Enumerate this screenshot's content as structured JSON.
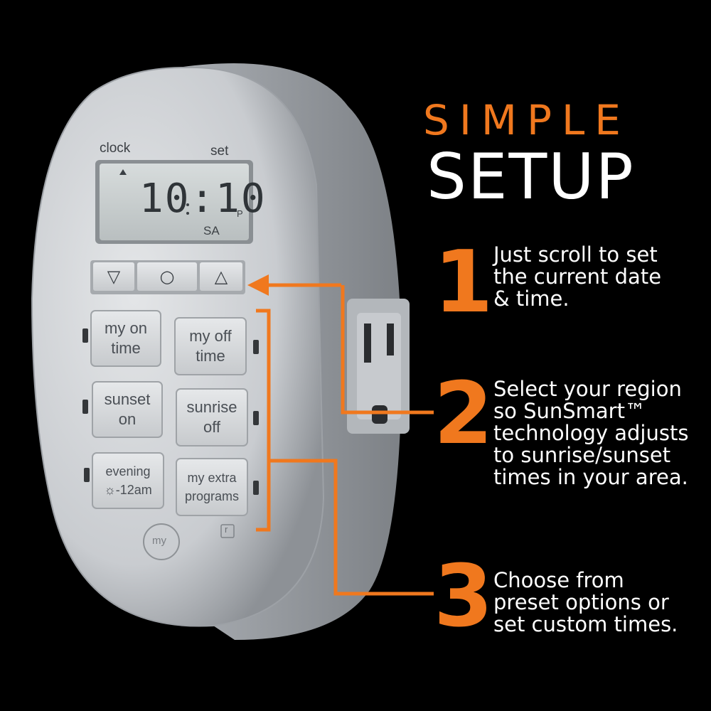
{
  "heading": {
    "line1": "SIMPLE",
    "line2": "SETUP"
  },
  "accent_color": "#f0781e",
  "steps": [
    {
      "number": "1",
      "lines": [
        "Just scroll to set",
        "the current date",
        "& time."
      ]
    },
    {
      "number": "2",
      "lines": [
        "Select your region",
        "so SunSmart™",
        "technology adjusts",
        "to sunrise/sunset",
        "times in your area."
      ]
    },
    {
      "number": "3",
      "lines": [
        "Choose from",
        "preset options or",
        "set custom times."
      ]
    }
  ],
  "device": {
    "label_clock": "clock",
    "label_set": "set",
    "display_time": "10:10",
    "display_ampm": "P",
    "display_day": "SA",
    "nav": {
      "down": "▽",
      "select": "○",
      "up": "△"
    },
    "keys": {
      "my_on": [
        "my on",
        "time"
      ],
      "my_off": [
        "my off",
        "time"
      ],
      "sunset_on": [
        "sunset",
        "on"
      ],
      "sunrise_off": [
        "sunrise",
        "off"
      ],
      "evening": [
        "evening",
        "☼-12am"
      ],
      "extra": [
        "my extra",
        "programs"
      ]
    },
    "reset_label": "r",
    "logo_text": "my"
  }
}
